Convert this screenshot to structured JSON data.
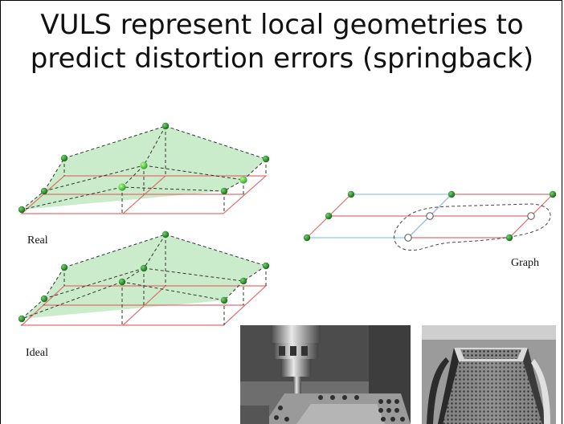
{
  "slide": {
    "title_line1": "VULS represent local geometries to",
    "title_line2": "predict distortion errors (springback)"
  },
  "diagrams": {
    "real_label": "Real",
    "ideal_label": "Ideal",
    "graph_label": "Graph"
  },
  "photos": {
    "left": "milling-machine-incremental-forming-photo",
    "right": "formed-pyramid-part-photo"
  },
  "colors": {
    "node_green": "#1f7a1f",
    "node_light_green": "#33cc33",
    "surface_fill": "#b9e6b9",
    "grid_red": "#e07070",
    "grid_blue": "#8fc6e8"
  }
}
